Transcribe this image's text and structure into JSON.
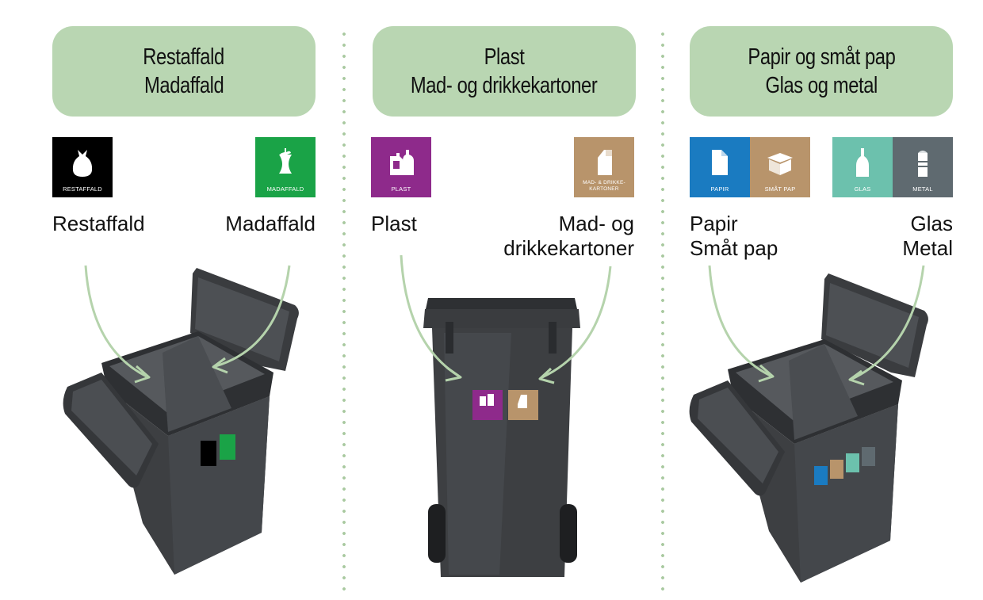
{
  "columns": [
    {
      "header": [
        "Restaffald",
        "Madaffald"
      ],
      "symbols": [
        {
          "label": "RESTAFFALD",
          "color": "#000000",
          "icon": "trash-bag-icon"
        },
        {
          "label": "MADAFFALD",
          "color": "#1aa347",
          "icon": "apple-core-icon"
        }
      ],
      "left_text": [
        "Restaffald"
      ],
      "right_text": [
        "Madaffald"
      ]
    },
    {
      "header": [
        "Plast",
        "Mad- og drikkekartoner"
      ],
      "symbols": [
        {
          "label": "PLAST",
          "color": "#8e2a8b",
          "icon": "plastic-bottle-icon"
        },
        {
          "label": "MAD- & DRIKKE-\nKARTONER",
          "color": "#b8946b",
          "icon": "milk-carton-icon"
        }
      ],
      "left_text": [
        "Plast"
      ],
      "right_text": [
        "Mad- og",
        "drikkekartoner"
      ]
    },
    {
      "header": [
        "Papir og småt pap",
        "Glas og metal"
      ],
      "symbols": [
        {
          "label": "PAPIR",
          "color": "#1a7bc1",
          "icon": "paper-icon"
        },
        {
          "label": "SMÅT PAP",
          "color": "#b8946b",
          "icon": "cardboard-box-icon"
        },
        {
          "label": "GLAS",
          "color": "#6cc1ad",
          "icon": "glass-bottle-icon"
        },
        {
          "label": "METAL",
          "color": "#5f6a70",
          "icon": "tin-can-icon"
        }
      ],
      "left_text": [
        "Papir",
        "Småt pap"
      ],
      "right_text": [
        "Glas",
        "Metal"
      ]
    }
  ],
  "colors": {
    "header_bg": "#b9d6b2",
    "divider": "#a9c9a0",
    "arrow": "#b5d3ac",
    "bin_body": "#3d3f42",
    "bin_dark": "#2c2d30"
  }
}
